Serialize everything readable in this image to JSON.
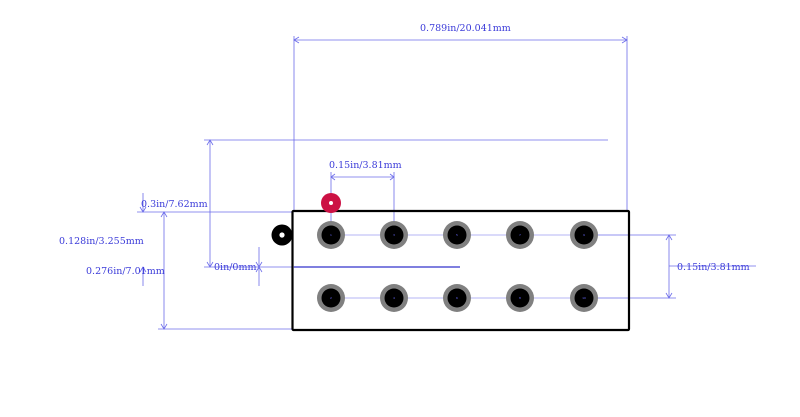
{
  "colors": {
    "dimension": "#6b6bea",
    "dimension_text": "#3b3bd9",
    "outline": "#000000",
    "pad_ring": "#808080",
    "pad_hole": "#000000",
    "pin1_marker": "#cc1144",
    "background": "#ffffff"
  },
  "dimensions": {
    "overall_width": "0.789in/20.041mm",
    "pin_pitch": "0.15in/3.81mm",
    "row_pitch": "0.3in/7.62mm",
    "edge_to_pin": "0.128in/3.255mm",
    "body_height": "0.276in/7.01mm",
    "origin": "0in/0mm",
    "row_spacing_right": "0.15in/3.81mm"
  },
  "pads": {
    "top_row": [
      "1",
      "3",
      "5",
      "7",
      "9"
    ],
    "bottom_row": [
      "2",
      "4",
      "6",
      "8",
      "10"
    ]
  }
}
